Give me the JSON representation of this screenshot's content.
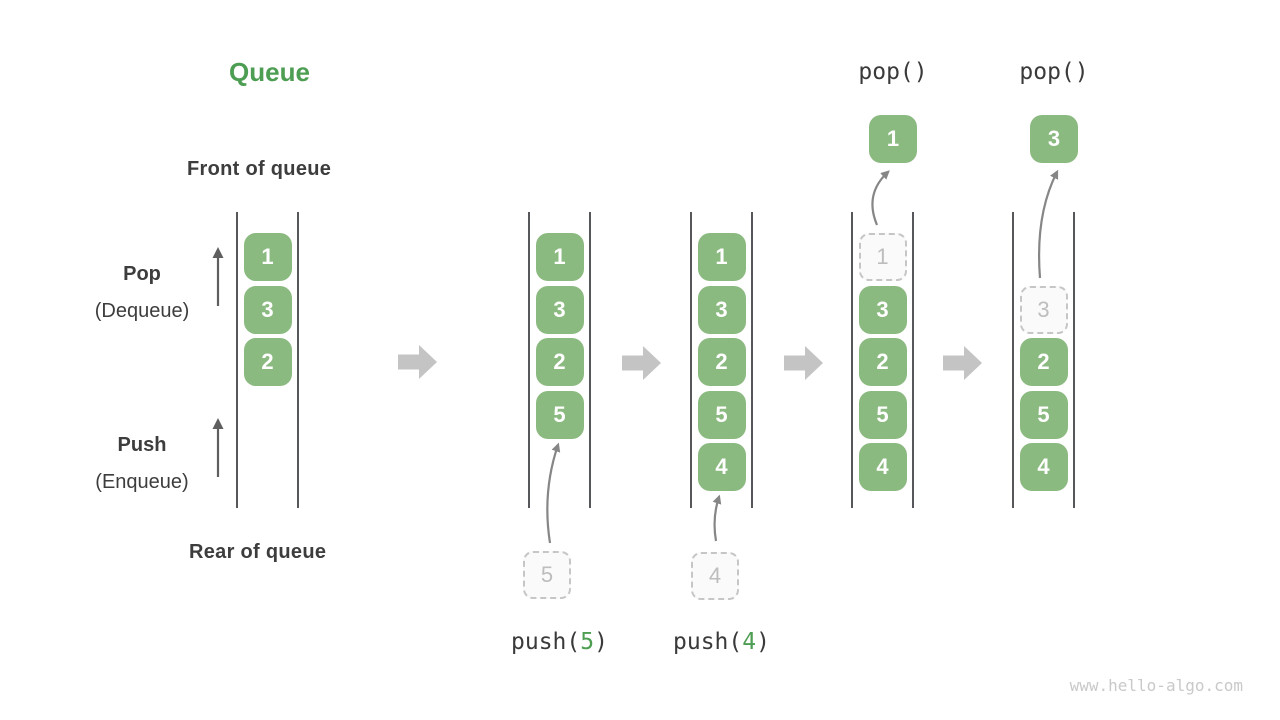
{
  "title": "Queue",
  "side_labels": {
    "front": "Front of queue",
    "rear": "Rear of queue",
    "pop": "Pop",
    "pop_sub": "(Dequeue)",
    "push": "Push",
    "push_sub": "(Enqueue)"
  },
  "footer": "www.hello-algo.com",
  "colors": {
    "cell_green": "#8bba80",
    "title_green": "#4d9e52",
    "push_arg_green": "#4d9e52",
    "label_dark": "#3d3d3d",
    "queue_line_gray": "#56575b",
    "block_arrow_gray": "#c4c4c4",
    "curve_arrow_gray": "#868686",
    "side_arrow_gray": "#5f5f5f",
    "dashed_border_gray": "#c6c6c6",
    "dashed_text_gray": "#bdbdbd",
    "footer_gray": "#c9c9c9"
  },
  "queues": [
    {
      "id": "state-1",
      "slots": [
        {
          "value": "1",
          "style": "solid"
        },
        {
          "value": "3",
          "style": "solid"
        },
        {
          "value": "2",
          "style": "solid"
        },
        {
          "style": "empty"
        },
        {
          "style": "empty"
        }
      ]
    },
    {
      "id": "state-2",
      "slots": [
        {
          "value": "1",
          "style": "solid"
        },
        {
          "value": "3",
          "style": "solid"
        },
        {
          "value": "2",
          "style": "solid"
        },
        {
          "value": "5",
          "style": "solid"
        },
        {
          "style": "empty"
        }
      ],
      "push": {
        "staged_value": "5",
        "label_prefix": "push(",
        "label_arg": "5",
        "label_suffix": ")"
      }
    },
    {
      "id": "state-3",
      "slots": [
        {
          "value": "1",
          "style": "solid"
        },
        {
          "value": "3",
          "style": "solid"
        },
        {
          "value": "2",
          "style": "solid"
        },
        {
          "value": "5",
          "style": "solid"
        },
        {
          "value": "4",
          "style": "solid"
        }
      ],
      "push": {
        "staged_value": "4",
        "label_prefix": "push(",
        "label_arg": "4",
        "label_suffix": ")"
      }
    },
    {
      "id": "state-4",
      "slots": [
        {
          "value": "1",
          "style": "dashed"
        },
        {
          "value": "3",
          "style": "solid"
        },
        {
          "value": "2",
          "style": "solid"
        },
        {
          "value": "5",
          "style": "solid"
        },
        {
          "value": "4",
          "style": "solid"
        }
      ],
      "pop": {
        "label": "pop()",
        "popped_value": "1"
      }
    },
    {
      "id": "state-5",
      "slots": [
        {
          "style": "empty"
        },
        {
          "value": "3",
          "style": "dashed"
        },
        {
          "value": "2",
          "style": "solid"
        },
        {
          "value": "5",
          "style": "solid"
        },
        {
          "value": "4",
          "style": "solid"
        }
      ],
      "pop": {
        "label": "pop()",
        "popped_value": "3"
      }
    }
  ]
}
